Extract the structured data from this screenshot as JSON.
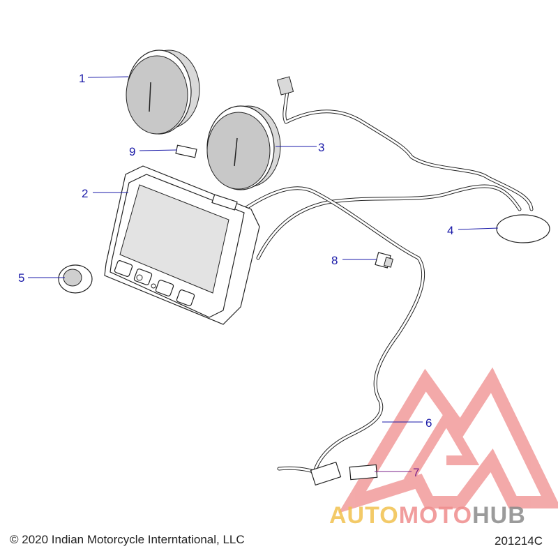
{
  "callouts": [
    {
      "num": "1"
    },
    {
      "num": "2"
    },
    {
      "num": "3"
    },
    {
      "num": "4"
    },
    {
      "num": "5"
    },
    {
      "num": "6"
    },
    {
      "num": "7"
    },
    {
      "num": "8"
    },
    {
      "num": "9"
    }
  ],
  "footer": {
    "copyright": "© 2020 Indian Motorcycle Interntational, LLC",
    "diagram_id": "201214C"
  },
  "watermark": {
    "part1": "AUTO",
    "part2": "MOTO",
    "part3": "HUB",
    "colors": {
      "auto": "#f2c14e",
      "moto": "#ef8d8d",
      "hub": "#8a8a8a",
      "triangle": "#ef8d8d"
    }
  }
}
